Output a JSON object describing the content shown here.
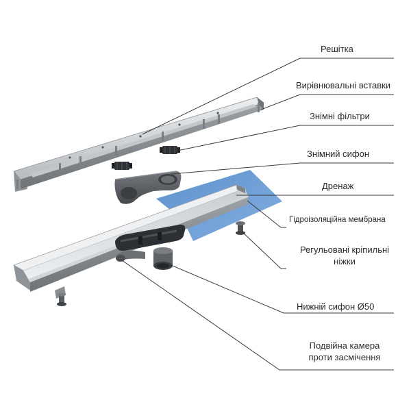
{
  "labels": {
    "grate": "Решітка",
    "leveling_inserts": "Вирівнювальні вставки",
    "removable_filters": "Знімні фільтри",
    "removable_siphon": "Знімний сифон",
    "drainage": "Дренаж",
    "waterproof_membrane": "Гідроізоляційна мембрана",
    "adjustable_feet_line1": "Регульовані кріпильні",
    "adjustable_feet_line2": "ніжки",
    "bottom_siphon": "Нижній сифон Ø50",
    "double_chamber_line1": "Подвійна камера",
    "double_chamber_line2": "проти засмічення"
  },
  "colors": {
    "steel_light": "#d9dcdf",
    "steel_mid": "#a9aeb3",
    "steel_dark": "#7d8287",
    "plastic_dark": "#54585c",
    "membrane_blue": "#6f9fd6",
    "line": "#3a3a3a"
  }
}
